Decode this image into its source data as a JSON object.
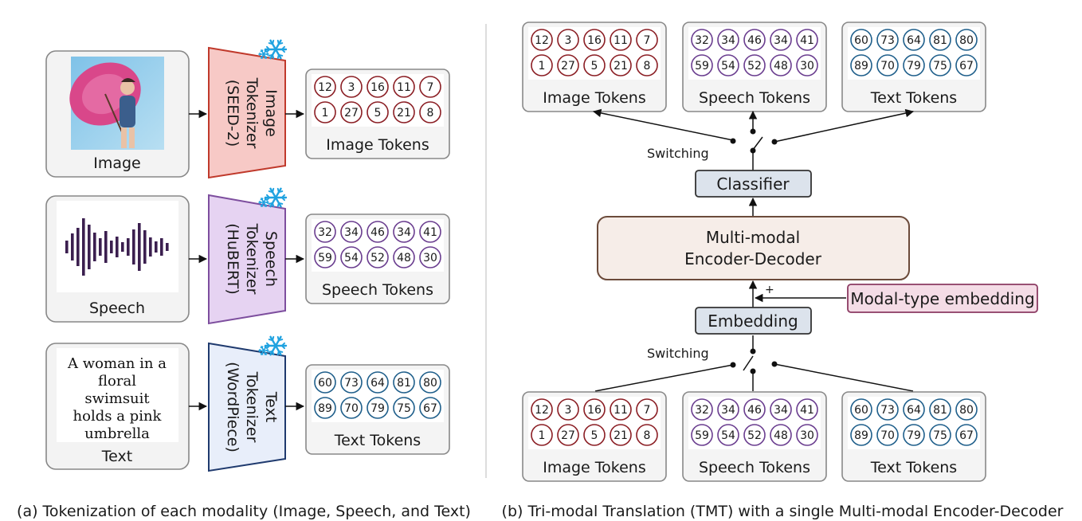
{
  "colors": {
    "image_token": "#8B1E24",
    "speech_token": "#6A3D8F",
    "text_token": "#1F5F8B",
    "snowflake": "#1FA2E0",
    "image_tokenizer_fill": "#F7C9C6",
    "image_tokenizer_stroke": "#C0392B",
    "speech_tokenizer_fill": "#E6D3F2",
    "speech_tokenizer_stroke": "#7D4E9E",
    "text_tokenizer_fill": "#E8EEFA",
    "text_tokenizer_stroke": "#1F3A6E",
    "encdec_fill": "#F6EDE8",
    "encdec_stroke": "#6B4A3A",
    "classifier_fill": "#DCE3EC",
    "modal_fill": "#F4DCE6",
    "modal_stroke": "#8B3A62",
    "box_stroke": "#888888",
    "panel_fill": "#F4F4F4"
  },
  "tokens": {
    "image": [
      [
        12,
        3,
        16,
        11,
        7
      ],
      [
        1,
        27,
        5,
        21,
        8
      ]
    ],
    "speech": [
      [
        32,
        34,
        46,
        34,
        41
      ],
      [
        59,
        54,
        52,
        48,
        30
      ]
    ],
    "text": [
      [
        60,
        73,
        64,
        81,
        80
      ],
      [
        89,
        70,
        79,
        75,
        67
      ]
    ]
  },
  "left": {
    "image_input_label": "Image",
    "speech_input_label": "Speech",
    "text_input_label": "Text",
    "text_sample": [
      "A woman in a",
      "floral",
      "swimsuit",
      "holds a pink",
      "umbrella"
    ],
    "image_tokenizer": [
      "Image",
      "Tokenizer",
      "(SEED-2)"
    ],
    "speech_tokenizer": [
      "Speech",
      "Tokenizer",
      "(HuBERT)"
    ],
    "text_tokenizer": [
      "Text",
      "Tokenizer",
      "(WordPiece)"
    ],
    "image_tokens_label": "Image Tokens",
    "speech_tokens_label": "Speech Tokens",
    "text_tokens_label": "Text Tokens",
    "caption": "(a) Tokenization of each modality (Image, Speech, and Text)"
  },
  "right": {
    "top_image_label": "Image Tokens",
    "top_speech_label": "Speech Tokens",
    "top_text_label": "Text Tokens",
    "bottom_image_label": "Image Tokens",
    "bottom_speech_label": "Speech Tokens",
    "bottom_text_label": "Text Tokens",
    "switching_top": "Switching",
    "switching_bottom": "Switching",
    "classifier": "Classifier",
    "encdec": [
      "Multi-modal",
      "Encoder-Decoder"
    ],
    "embedding": "Embedding",
    "modal_type": "Modal-type embedding",
    "plus": "+",
    "caption": "(b) Tri-modal Translation (TMT) with a single Multi-modal Encoder-Decoder"
  }
}
